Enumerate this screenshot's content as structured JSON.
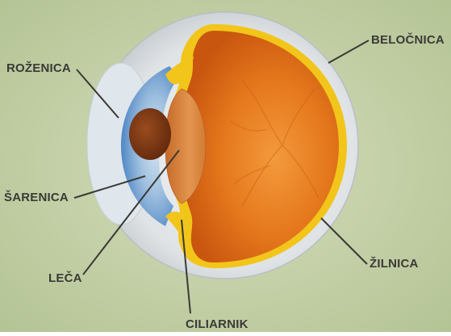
{
  "labels": {
    "rozenica": "ROŽENICA",
    "sarenica": "ŠARENICA",
    "leca": "LEČA",
    "ciliarnik": "CILIARNIK",
    "belocnica": "BELOČNICA",
    "zilnica": "ŽILNICA"
  },
  "colors": {
    "background": "#b9c89a",
    "sclera": "#d9dde0",
    "choroid": "#f2c51a",
    "retina": "#e2741a",
    "iris": "#6f9fd0",
    "pupil": "#7a3512",
    "lens": "#d67f3a",
    "leader_line": "#3a3a36",
    "label_text": "#3a3a36"
  }
}
